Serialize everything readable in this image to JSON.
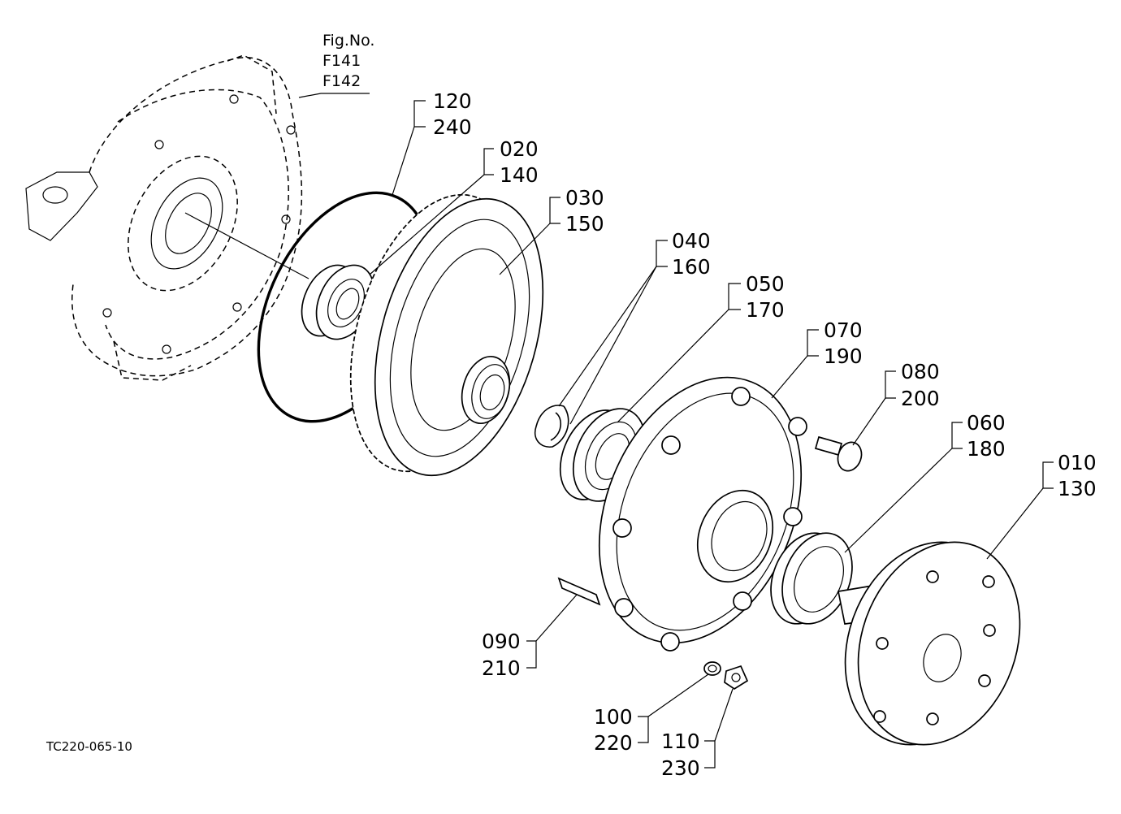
{
  "figure_ref": {
    "label": "Fig.No.",
    "refs": [
      "F141",
      "F142"
    ]
  },
  "callouts": [
    {
      "id": "o-ring",
      "codes": [
        "120",
        "240"
      ]
    },
    {
      "id": "bearing-inner",
      "codes": [
        "020",
        "140"
      ]
    },
    {
      "id": "gear",
      "codes": [
        "030",
        "150"
      ]
    },
    {
      "id": "snap-ring",
      "codes": [
        "040",
        "160"
      ]
    },
    {
      "id": "bearing-outer",
      "codes": [
        "050",
        "170"
      ]
    },
    {
      "id": "cover",
      "codes": [
        "070",
        "190"
      ]
    },
    {
      "id": "bolt",
      "codes": [
        "080",
        "200"
      ]
    },
    {
      "id": "oil-seal",
      "codes": [
        "060",
        "180"
      ]
    },
    {
      "id": "hub",
      "codes": [
        "010",
        "130"
      ]
    },
    {
      "id": "stud",
      "codes": [
        "090",
        "210"
      ]
    },
    {
      "id": "washer",
      "codes": [
        "100",
        "220"
      ]
    },
    {
      "id": "nut",
      "codes": [
        "110",
        "230"
      ]
    }
  ],
  "drawing_code": "TC220-065-10"
}
